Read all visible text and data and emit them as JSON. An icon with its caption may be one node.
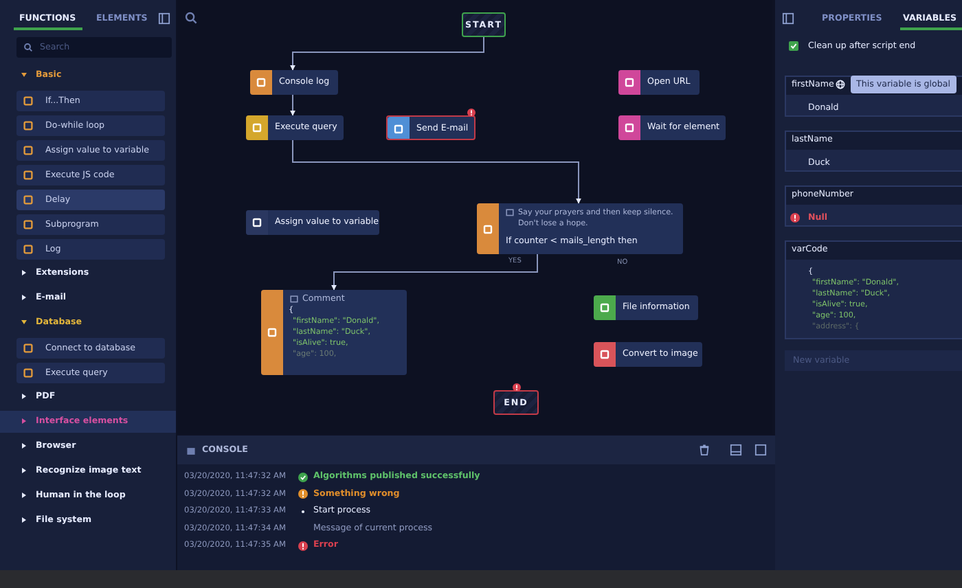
{
  "diagram": {
    "nodes": [
      {
        "text": [
          "START"
        ]
      },
      {
        "text": [
          "Console log"
        ]
      },
      {
        "text": [
          "Execute query"
        ]
      },
      {
        "text": [
          "Send E-mail"
        ]
      },
      {
        "text": [
          "Open URL"
        ]
      },
      {
        "text": [
          "Wait for element"
        ]
      },
      {
        "text": [
          "Assign value to variable"
        ]
      },
      {
        "text": [
          "Say your prayers and then keep silence. Don't lose a hope.",
          "If counter < mails_length then"
        ],
        "beside": [
          "NO"
        ]
      },
      {
        "text": [
          "Comment",
          "{",
          "\"firstName\": \"Donald\",",
          "\"lastName\": \"Duck\",",
          "\"isAlive\": true,",
          "\"age\": 100,"
        ]
      },
      {
        "text": [
          "File information"
        ]
      },
      {
        "text": [
          "Convert to image"
        ]
      },
      {
        "text": [
          "END"
        ]
      }
    ],
    "edges": [
      {
        "from": 0,
        "to": 1,
        "arrow": "to"
      },
      {
        "from": 1,
        "to": 2,
        "arrow": "to"
      },
      {
        "from": 2,
        "to": 7,
        "arrow": "to"
      },
      {
        "from": 7,
        "to": 8,
        "arrow": "to",
        "label": "YES"
      }
    ],
    "labels": [
      "FUNCTIONS",
      "ELEMENTS",
      "Search",
      "Basic",
      "If...Then",
      "Do-while loop",
      "Assign value to variable",
      "Execute JS code",
      "Delay",
      "Subprogram",
      "Log",
      "Extensions",
      "E-mail",
      "Database",
      "Connect to database",
      "Execute query",
      "PDF",
      "Interface elements",
      "Browser",
      "Recognize image text",
      "Human in the loop",
      "File system",
      "CONSOLE",
      "03/20/2020, 11:47:32 AM",
      "Algorithms published successfully",
      "03/20/2020, 11:47:32 AM",
      "Something wrong",
      "03/20/2020, 11:47:33 AM",
      "Start process",
      "03/20/2020, 11:47:34 AM",
      "Message of current process",
      "03/20/2020, 11:47:35 AM",
      "Error",
      "PROPERTIES",
      "VARIABLES",
      "Clean up after script end",
      "firstName",
      "This variable is global",
      "Donald",
      "lastName",
      "Duck",
      "phoneNumber",
      "Null",
      "varCode",
      "{",
      "\"firstName\": \"Donald\",",
      "\"lastName\": \"Duck\",",
      "\"isAlive\": true,",
      "\"age\": 100,",
      "\"address\": {",
      "New variable"
    ]
  }
}
